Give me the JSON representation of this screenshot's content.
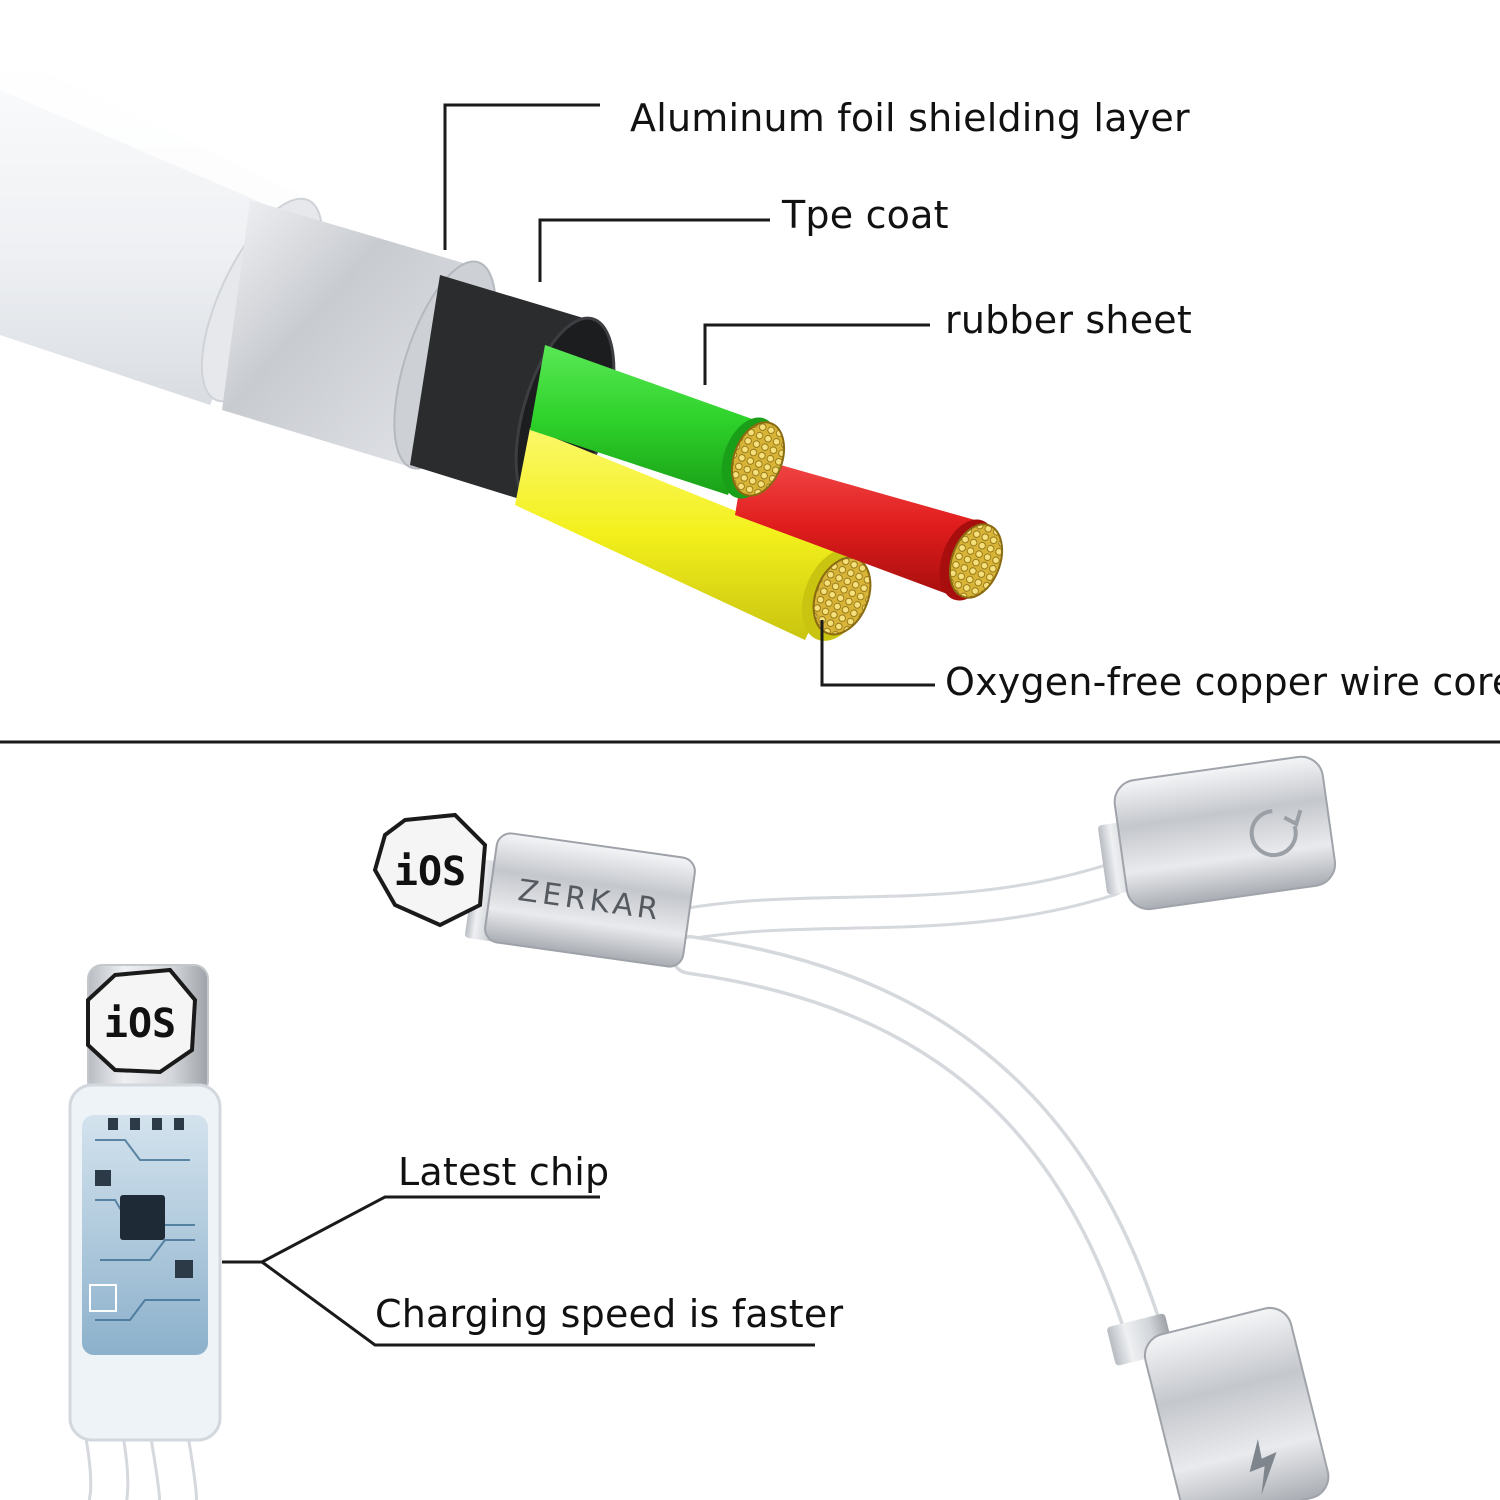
{
  "callouts": {
    "shield": "Aluminum foil shielding layer",
    "tpe": "Tpe coat",
    "rubber": "rubber sheet",
    "core": "Oxygen-free copper wire core",
    "chip": "Latest chip",
    "charging": "Charging speed is faster"
  },
  "badges": {
    "ios_top": "iOS",
    "ios_left": "iOS"
  },
  "brand": "ZERKAR",
  "colors": {
    "jacket": "#f2f3f5",
    "foil": "#d9dadd",
    "tpe": "#2b2c2e",
    "green_wire": "#2ed22a",
    "yellow_wire": "#f3f01c",
    "red_wire": "#e11d1d",
    "copper": "#d9b83a",
    "line": "#1a1a1a"
  },
  "icons": {
    "headphone_port": "power-icon",
    "charge_port": "lightning-icon"
  }
}
